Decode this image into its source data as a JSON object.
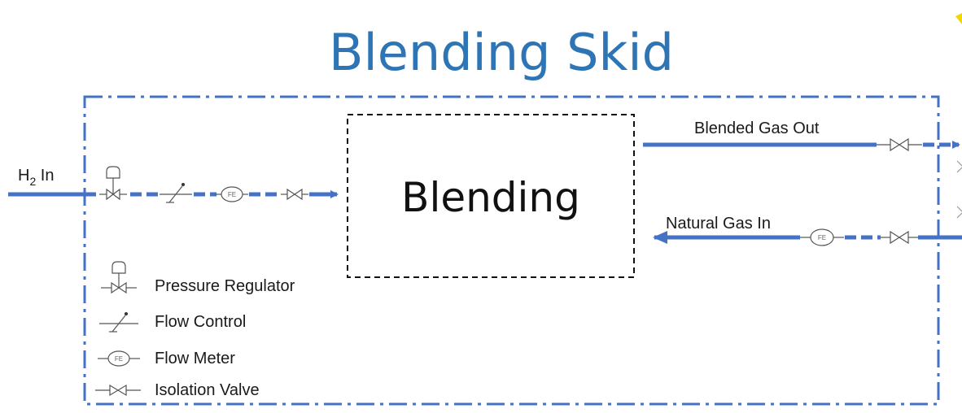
{
  "title": "Blending Skid",
  "center_block": {
    "label": "Blending"
  },
  "streams": {
    "h2_in": {
      "prefix": "H",
      "subscript": "2",
      "suffix": " In"
    },
    "blended_gas_out": {
      "label": "Blended Gas Out"
    },
    "natural_gas_in": {
      "label": "Natural Gas In"
    }
  },
  "flow_meter_tag": "FE",
  "legend": [
    {
      "icon": "pressure-regulator-icon",
      "label": "Pressure Regulator"
    },
    {
      "icon": "flow-control-icon",
      "label": "Flow Control"
    },
    {
      "icon": "flow-meter-icon",
      "label": "Flow Meter"
    },
    {
      "icon": "isolation-valve-icon",
      "label": "Isolation Valve"
    }
  ],
  "colors": {
    "pipe": "#4472c4",
    "title": "#2e75b6",
    "boundary": "#4472c4",
    "symbol": "#555555"
  }
}
